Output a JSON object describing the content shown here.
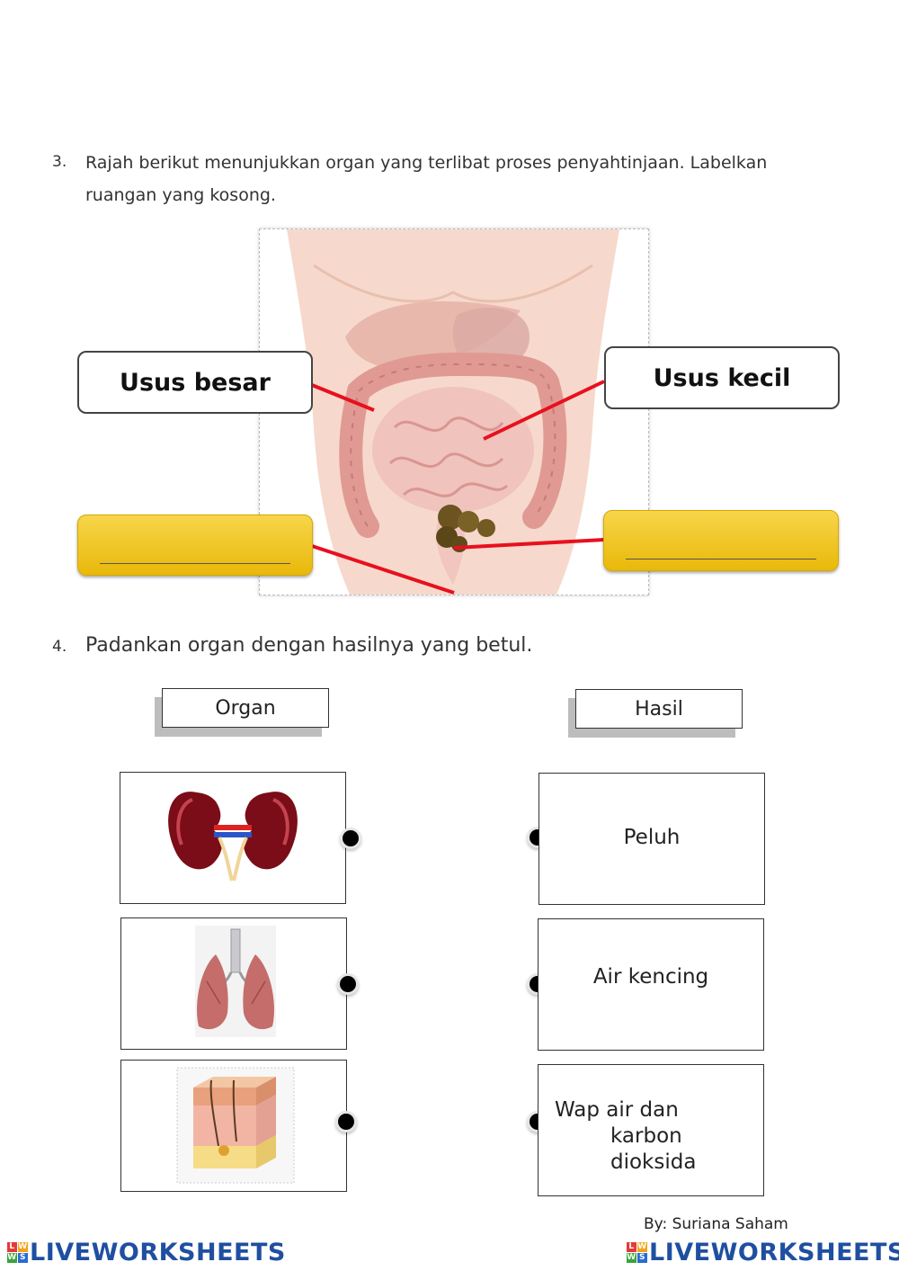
{
  "q3": {
    "number": "3.",
    "line1": "Rajah berikut menunjukkan organ yang terlibat proses penyahtinjaan. Labelkan",
    "line2": "ruangan yang kosong.",
    "labels": {
      "top_left": "Usus besar",
      "top_right": "Usus kecil"
    }
  },
  "q4": {
    "number": "4.",
    "text": "Padankan organ dengan hasilnya yang betul.",
    "organ_header": "Organ",
    "result_header": "Hasil",
    "results": [
      {
        "line1": "Peluh"
      },
      {
        "line1": "Air kencing"
      },
      {
        "line1": "Wap air dan",
        "line2": "karbon",
        "line3": "dioksida"
      }
    ]
  },
  "footer": {
    "credit": "By: Suriana Saham",
    "brand": "LIVEWORKSHEETS",
    "logo_letters": [
      "L",
      "W",
      "W",
      "S"
    ],
    "brand_color": "#1f4fa0"
  },
  "colors": {
    "connector": "#e8101e",
    "input_fill": "#f2c21b"
  }
}
